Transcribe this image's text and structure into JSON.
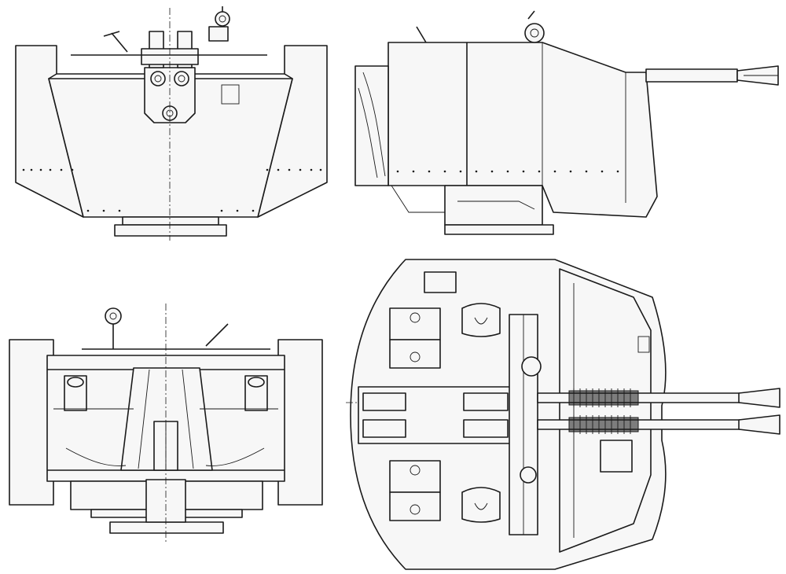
{
  "figure": {
    "views": [
      {
        "id": "front-elevation"
      },
      {
        "id": "side-elevation"
      },
      {
        "id": "rear-elevation"
      },
      {
        "id": "plan-view"
      }
    ],
    "colors": {
      "ink": "#1a1a1a",
      "paper": "#ffffff",
      "fill": "#f7f7f7"
    }
  }
}
